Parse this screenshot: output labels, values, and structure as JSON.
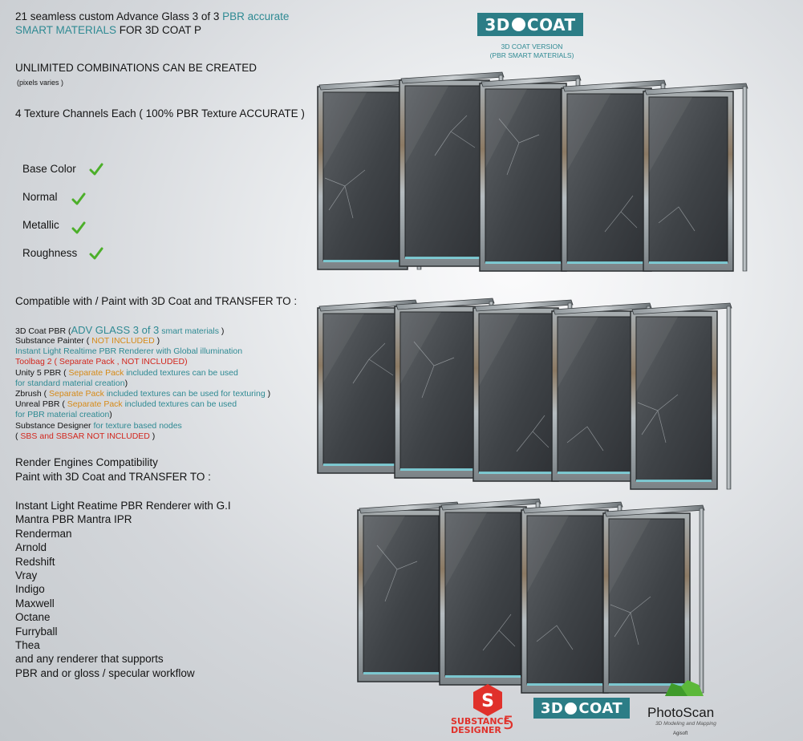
{
  "intro": {
    "line1_prefix": "21 seamless custom Advance Glass 3 of 3 ",
    "line1_accent": "PBR accurate",
    "line2_accent": "SMART MATERIALS",
    "line2_suffix": " FOR 3D COAT P"
  },
  "unlimited": "UNLIMITED COMBINATIONS CAN BE CREATED",
  "pixels_note": "(pixels varies )",
  "channels_heading": "4 Texture Channels Each ( 100% PBR Texture ACCURATE )",
  "channels": [
    "Base Color",
    "Normal",
    "Metallic",
    "Roughness"
  ],
  "compat_heading": "Compatible with / Paint with 3D Coat and TRANSFER TO :",
  "compat": {
    "l1a": "3D Coat PBR (",
    "l1b": "ADV GLASS 3 of 3",
    "l1c": " smart materials",
    "l1d": " )",
    "l2a": "Substance Painter ( ",
    "l2b": "NOT INCLUDED",
    "l2c": " )",
    "l3": "Instant Light Realtime PBR Renderer with Global illumination",
    "l4a": "Toolbag 2 (",
    "l4b": " Separate Pack  , NOT INCLUDED)",
    "l5a": "Unity 5 PBR ( ",
    "l5b": "Separate Pack",
    "l5c": "  included  textures can be used",
    "l6": "for standard material creation",
    "l6b": ")",
    "l7a": "Zbrush ( ",
    "l7b": "Separate Pack",
    "l7c": "  included  textures  can be used for texturing",
    "l7d": " )",
    "l8a": "Unreal PBR  ( ",
    "l8b": "Separate Pack",
    "l8c": "   included  textures can be used",
    "l9": "for PBR material creation",
    "l9b": ")",
    "l10a": "Substance Designer",
    "l10b": " for texture based nodes",
    "l11a": "( ",
    "l11b": "SBS and SBSAR NOT INCLUDED",
    "l11c": " )"
  },
  "render_heading_1": "Render Engines Compatibility",
  "render_heading_2": "Paint with 3D Coat and TRANSFER TO :",
  "renderers": [
    "Instant Light Reatime PBR Renderer with G.I",
    "Mantra PBR  Mantra IPR",
    "Renderman",
    "Arnold",
    "Redshift",
    "Vray",
    "Indigo",
    "Maxwell",
    "Octane",
    "Furryball",
    "Thea",
    "and any renderer that supports",
    "PBR and or gloss / specular workflow"
  ],
  "logo_top": {
    "left": "3D",
    "right": "COAT",
    "caption1": "3D COAT VERSION",
    "caption2": "(PBR SMART MATERIALS)"
  },
  "logo_substance": {
    "line1": "SUBSTANCE",
    "line2": "DESIGNER",
    "number": "5"
  },
  "logo_3dcoat_bottom": {
    "left": "3D",
    "right": "COAT"
  },
  "logo_photoscan": {
    "name": "PhotoScan",
    "tagline": "3D Modeling and Mapping",
    "vendor": "Agisoft"
  },
  "colors": {
    "accent_teal": "#2f8a93",
    "accent_orange": "#d68a18",
    "accent_red": "#d2271e",
    "check_green": "#4caf2a",
    "logo_teal": "#2c7d86",
    "substance_red": "#e0312b"
  }
}
